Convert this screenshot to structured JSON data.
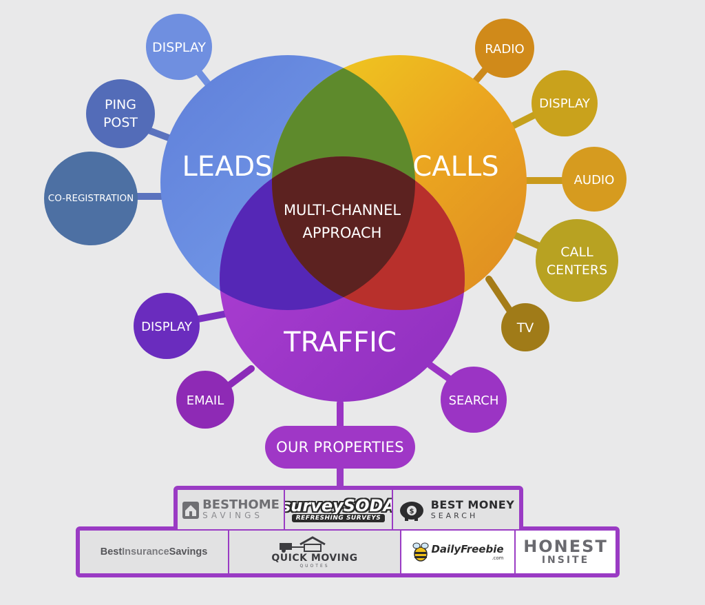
{
  "center": {
    "line1": "MULTI-CHANNEL",
    "line2": "APPROACH"
  },
  "main_circles": {
    "leads": {
      "label": "LEADS",
      "color": "#6d8de3"
    },
    "calls": {
      "label": "CALLS",
      "color": "#e6a11e"
    },
    "traffic": {
      "label": "TRAFFIC",
      "color": "#a13cc9"
    }
  },
  "leads_channels": {
    "display": "DISPLAY",
    "ping_post": {
      "line1": "PING",
      "line2": "POST"
    },
    "co_registration": "CO-REGISTRATION"
  },
  "calls_channels": {
    "radio": "RADIO",
    "display": "DISPLAY",
    "audio": "AUDIO",
    "call_centers": {
      "line1": "CALL",
      "line2": "CENTERS"
    },
    "tv": "TV"
  },
  "traffic_channels": {
    "display": "DISPLAY",
    "email": "EMAIL",
    "search": "SEARCH"
  },
  "properties": {
    "label": "OUR PROPERTIES",
    "accent": "#9a3bc4",
    "row1": [
      {
        "name": "BESTHOME",
        "sub": "SAVINGS"
      },
      {
        "name": "surveySODA",
        "sub": "REFRESHING  SURVEYS"
      },
      {
        "name": "BEST MONEY",
        "sub": "SEARCH"
      }
    ],
    "row2": [
      {
        "name_a": "Best",
        "name_b": "Insurance",
        "name_c": "Savings"
      },
      {
        "name": "QUICK MOVING",
        "sub": "QUOTES"
      },
      {
        "name": "DailyFreebie",
        "sub": ".com"
      },
      {
        "name": "HONEST",
        "sub": "INSITE"
      }
    ]
  },
  "icons": [
    "house-icon",
    "piggy-bank-icon",
    "moving-truck-icon",
    "bee-icon",
    "smiley-icon"
  ]
}
